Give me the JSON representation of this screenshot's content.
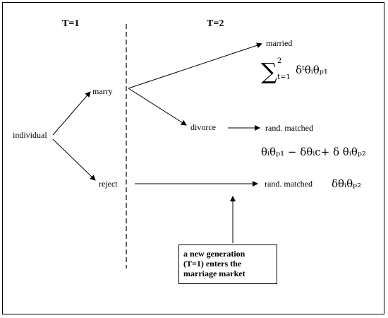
{
  "headers": {
    "t1": "T=1",
    "t2": "T=2"
  },
  "nodes": {
    "individual": "individual",
    "marry": "marry",
    "reject": "reject",
    "divorce": "divorce",
    "married": "married",
    "rand_matched_1": "rand. matched",
    "rand_matched_2": "rand. matched"
  },
  "formulas": {
    "married_payoff": {
      "sum_symbol": "∑",
      "upper_limit": "2",
      "lower_limit": "t=1",
      "body": "δᵗθᵢθₚ₁"
    },
    "divorce_payoff": "θᵢθₚ₁ − δθᵢc+ δ θᵢθₚ₂",
    "reject_payoff": "δθᵢθₚ₂"
  },
  "note": {
    "lines": [
      "a new generation",
      "(T=1) enters the",
      "marriage market"
    ]
  },
  "colors": {
    "ink": "#000000",
    "background": "#ffffff"
  }
}
